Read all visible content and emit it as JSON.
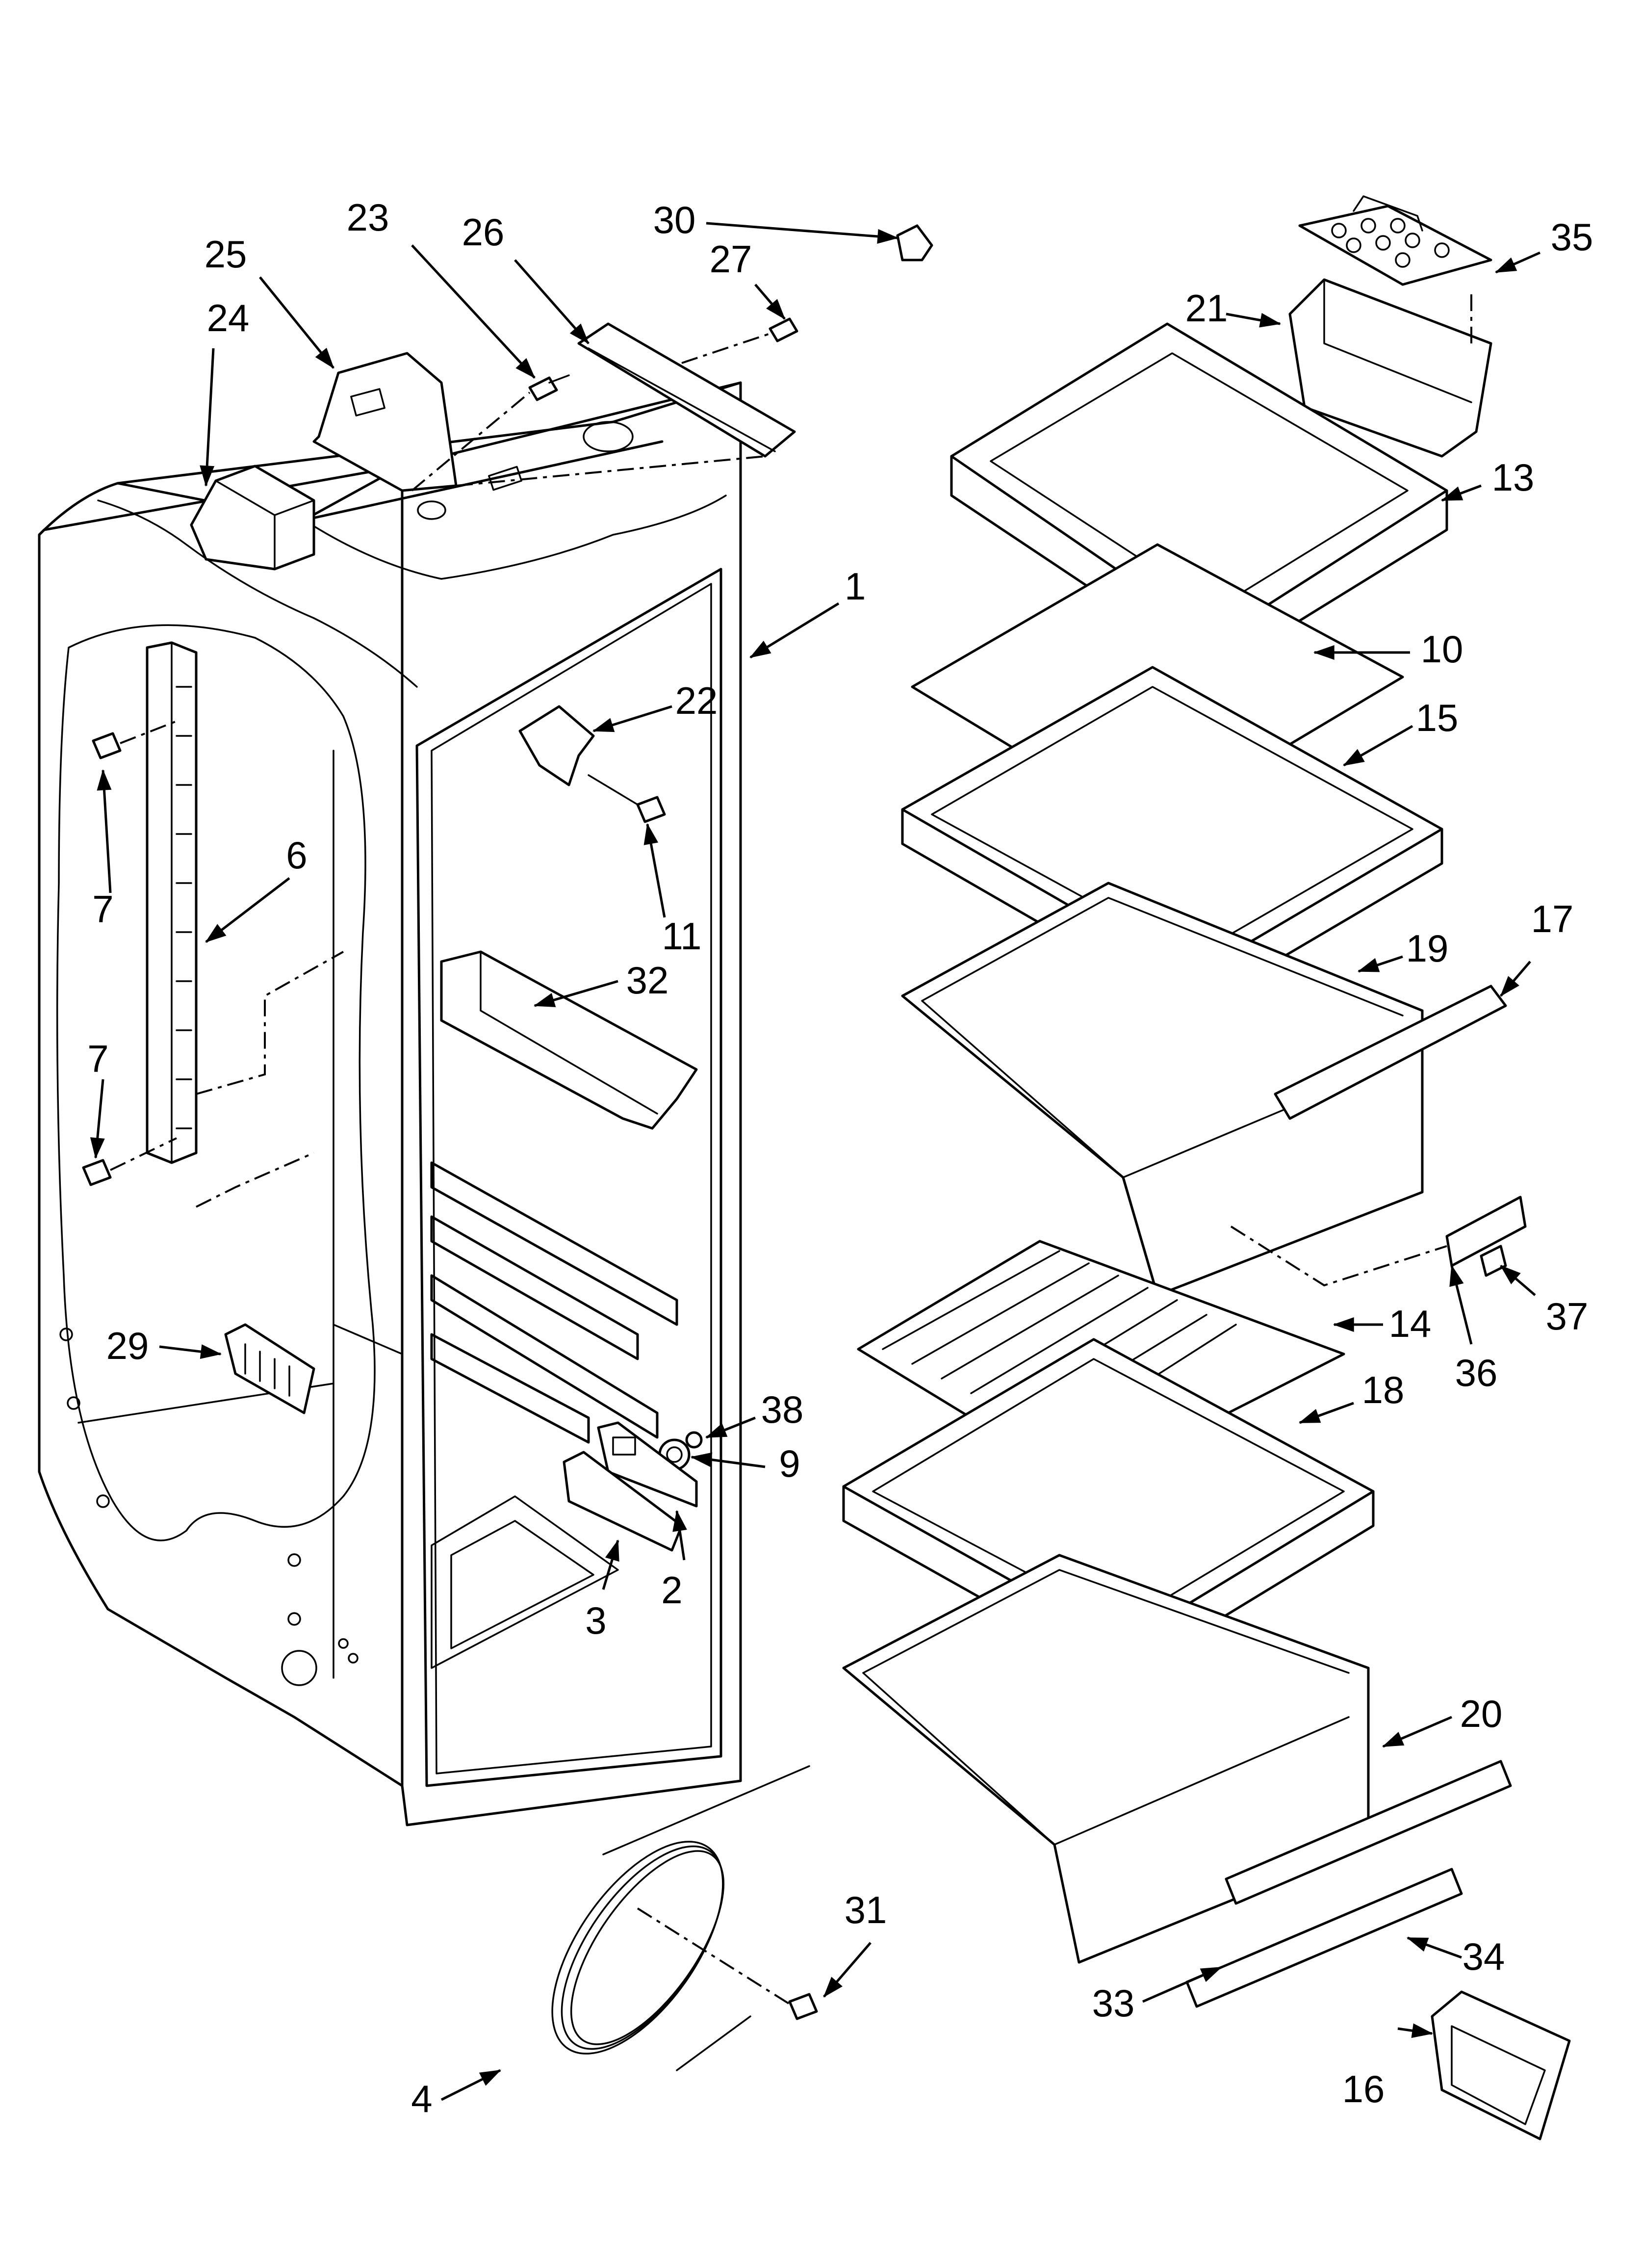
{
  "callouts": [
    {
      "id": "c1",
      "label": "1"
    },
    {
      "id": "c2",
      "label": "2"
    },
    {
      "id": "c3",
      "label": "3"
    },
    {
      "id": "c4",
      "label": "4"
    },
    {
      "id": "c6",
      "label": "6"
    },
    {
      "id": "c7a",
      "label": "7"
    },
    {
      "id": "c7b",
      "label": "7"
    },
    {
      "id": "c9",
      "label": "9"
    },
    {
      "id": "c10",
      "label": "10"
    },
    {
      "id": "c11",
      "label": "11"
    },
    {
      "id": "c13",
      "label": "13"
    },
    {
      "id": "c14",
      "label": "14"
    },
    {
      "id": "c15",
      "label": "15"
    },
    {
      "id": "c16",
      "label": "16"
    },
    {
      "id": "c17",
      "label": "17"
    },
    {
      "id": "c18",
      "label": "18"
    },
    {
      "id": "c19",
      "label": "19"
    },
    {
      "id": "c20",
      "label": "20"
    },
    {
      "id": "c21",
      "label": "21"
    },
    {
      "id": "c22",
      "label": "22"
    },
    {
      "id": "c23",
      "label": "23"
    },
    {
      "id": "c24",
      "label": "24"
    },
    {
      "id": "c25",
      "label": "25"
    },
    {
      "id": "c26",
      "label": "26"
    },
    {
      "id": "c27",
      "label": "27"
    },
    {
      "id": "c29",
      "label": "29"
    },
    {
      "id": "c30",
      "label": "30"
    },
    {
      "id": "c31",
      "label": "31"
    },
    {
      "id": "c32",
      "label": "32"
    },
    {
      "id": "c33",
      "label": "33"
    },
    {
      "id": "c34",
      "label": "34"
    },
    {
      "id": "c35",
      "label": "35"
    },
    {
      "id": "c36",
      "label": "36"
    },
    {
      "id": "c37",
      "label": "37"
    },
    {
      "id": "c38",
      "label": "38"
    }
  ]
}
